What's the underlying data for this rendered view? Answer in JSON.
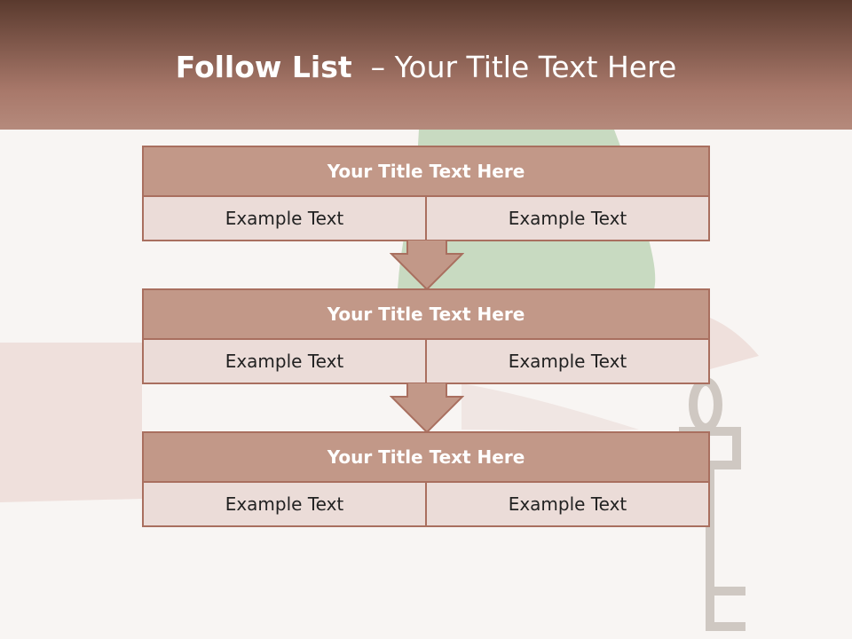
{
  "slide": {
    "title_bold": "Follow List",
    "title_rest": "  – Your Title Text Here"
  },
  "steps": [
    {
      "title": "Your Title Text Here",
      "left": "Example Text",
      "right": "Example Text"
    },
    {
      "title": "Your Title Text Here",
      "left": "Example Text",
      "right": "Example Text"
    },
    {
      "title": "Your Title Text Here",
      "left": "Example Text",
      "right": "Example Text"
    }
  ],
  "colors": {
    "header_dark": "#5a3a2e",
    "header_light": "#b58a7c",
    "box_title": "#c29888",
    "box_row": "#ebdcd8",
    "border": "#a96f5f"
  }
}
